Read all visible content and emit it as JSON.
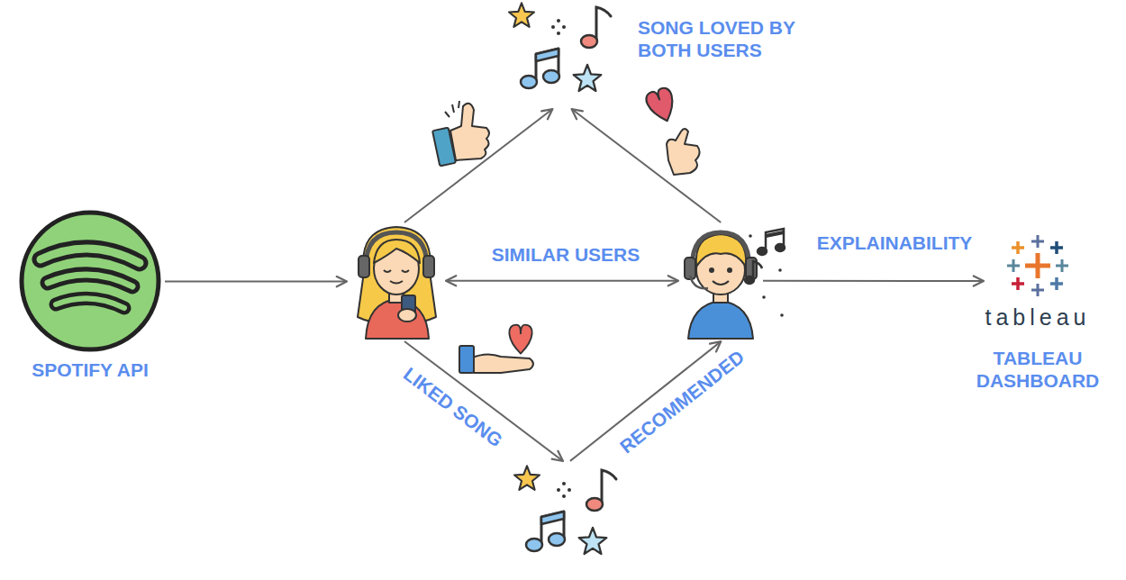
{
  "diagram": {
    "nodes": [
      {
        "text": [
          "SPOTIFY API"
        ]
      },
      {
        "text": [
          "SONG LOVED BY BOTH USERS"
        ]
      },
      {
        "text": []
      },
      {
        "text": []
      },
      {
        "text": [
          "tableau",
          "TABLEAU DASHBOARD"
        ]
      },
      {
        "text": []
      }
    ],
    "edges": [
      {
        "from": 0,
        "to": 2,
        "arrow": "to"
      },
      {
        "from": 2,
        "to": 3,
        "label": "SIMILAR USERS",
        "arrow": "both"
      },
      {
        "from": 2,
        "to": 1,
        "arrow": "to"
      },
      {
        "from": 3,
        "to": 1,
        "arrow": "to"
      },
      {
        "from": 2,
        "to": 5,
        "label": "LIKED SONG",
        "arrow": "to"
      },
      {
        "from": 5,
        "to": 3,
        "label": "RECOMMENDED",
        "arrow": "to"
      },
      {
        "from": 3,
        "to": 4,
        "label": "EXPLAINABILITY",
        "arrow": "to"
      }
    ]
  }
}
